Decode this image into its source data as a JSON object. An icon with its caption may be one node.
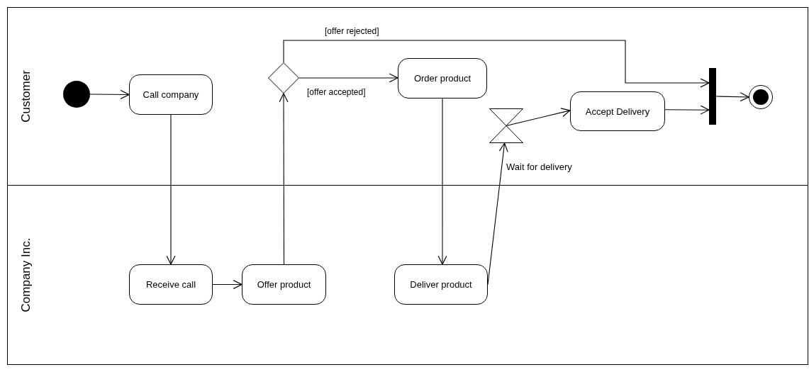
{
  "diagram": {
    "nodes": [
      {
        "text": [
          "Customer"
        ]
      },
      {
        "text": [
          "Company Inc."
        ]
      },
      {
        "text": [],
        "shape": "circle",
        "in": 0
      },
      {
        "text": [
          "Call company"
        ],
        "in": 0
      },
      {
        "text": [],
        "shape": "diamond",
        "in": 0
      },
      {
        "text": [
          "Order product"
        ],
        "in": 0
      },
      {
        "text": [],
        "shape": "hourglass",
        "in": 0,
        "beside": [
          "Wait for delivery"
        ]
      },
      {
        "text": [
          "Accept Delivery"
        ],
        "in": 0
      },
      {
        "text": [],
        "shape": "bar",
        "in": 0
      },
      {
        "text": [],
        "shape": "circle",
        "in": 0
      },
      {
        "text": [
          "Receive call"
        ],
        "in": 1
      },
      {
        "text": [
          "Offer product"
        ],
        "in": 1
      },
      {
        "text": [
          "Deliver product"
        ],
        "in": 1
      }
    ],
    "edges": [
      {
        "from": 2,
        "to": 3,
        "arrow": "to"
      },
      {
        "from": 3,
        "to": 10,
        "arrow": "to"
      },
      {
        "from": 10,
        "to": 11,
        "arrow": "to"
      },
      {
        "from": 11,
        "to": 4,
        "arrow": "to"
      },
      {
        "from": 4,
        "to": 5,
        "arrow": "to",
        "label": "[offer accepted]"
      },
      {
        "from": 4,
        "to": 8,
        "arrow": "to",
        "label": "[offer rejected]"
      },
      {
        "from": 5,
        "to": 12,
        "arrow": "to"
      },
      {
        "from": 12,
        "to": 6,
        "arrow": "to"
      },
      {
        "from": 6,
        "to": 7,
        "arrow": "to"
      },
      {
        "from": 7,
        "to": 8,
        "arrow": "to"
      },
      {
        "from": 8,
        "to": 9,
        "arrow": "to"
      }
    ]
  }
}
